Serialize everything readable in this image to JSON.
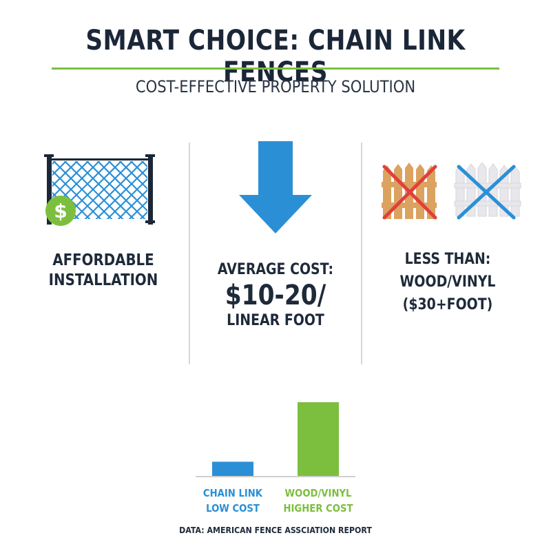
{
  "title": "SMART CHOICE: CHAIN LINK FENCES",
  "subtitle": "COST-EFFECTIVE PROPERTY SOLUTION",
  "columns": [
    {
      "icon": "chain-link-fence-with-dollar-icon",
      "lines": [
        "AFFORDABLE",
        "INSTALLATION"
      ]
    },
    {
      "icon": "down-arrow-icon",
      "lines": [
        "AVERAGE COST:",
        "$10-20/",
        "LINEAR FOOT"
      ]
    },
    {
      "icon": "crossed-out-wood-and-vinyl-fences-icon",
      "lines": [
        "LESS THAN:",
        "WOOD/VINYL",
        "($30+FOOT)"
      ]
    }
  ],
  "dollar_sign": "$",
  "colors": {
    "accent_green": "#7cbf3f",
    "accent_blue": "#2b8fd6",
    "dark_navy": "#1b2738",
    "wood": "#dba35f",
    "vinyl": "#e8e8ec",
    "cross_red": "#e0403c"
  },
  "chart_data": {
    "type": "bar",
    "categories": [
      "CHAIN LINK",
      "WOOD/VINYL"
    ],
    "category_sublabels": [
      "LOW COST",
      "HIGHER COST"
    ],
    "values": [
      1,
      5
    ],
    "value_note": "relative heights only, no axis printed",
    "colors": [
      "#2b8fd6",
      "#7cbf3f"
    ],
    "grid": false,
    "legend": "none"
  },
  "source": "DATA: AMERICAN FENCE ASSCIATION REPORT"
}
